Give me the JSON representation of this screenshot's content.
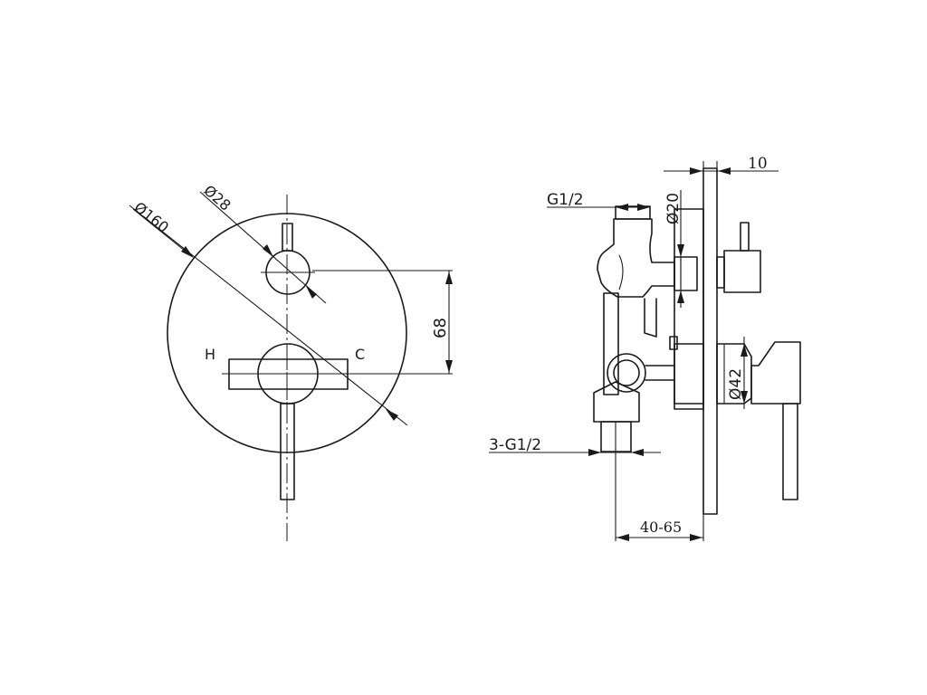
{
  "front_view": {
    "dim_outer_diameter": "Ø160",
    "dim_cap_diameter": "Ø28",
    "dim_spacing": "68",
    "label_hot": "H",
    "label_cold": "C"
  },
  "side_view": {
    "dim_top_thread": "G1/2",
    "dim_spout_diameter": "Ø20",
    "dim_plate_thickness": "10",
    "dim_body_diameter": "Ø42",
    "dim_inlets": "3-G1/2",
    "dim_depth_range": "40-65"
  }
}
